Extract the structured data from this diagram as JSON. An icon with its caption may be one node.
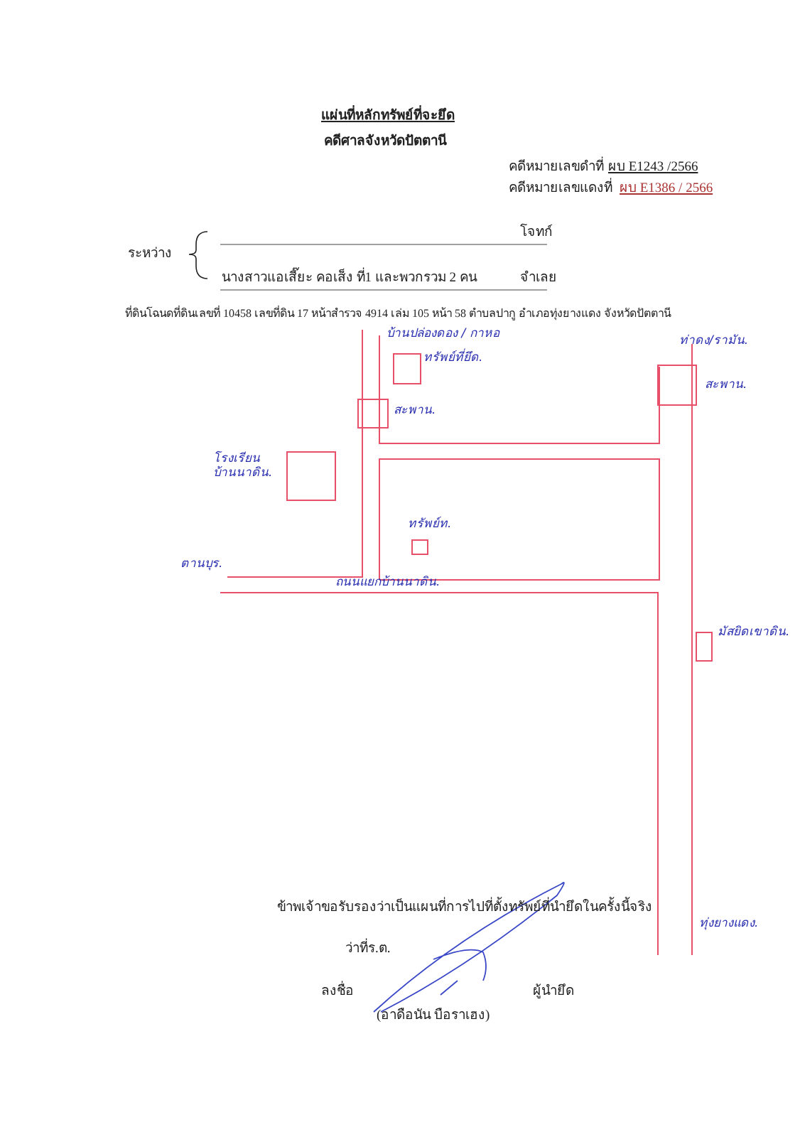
{
  "diagram": {
    "title": "แผ่นที่หลักทรัพย์ที่จะยึด",
    "labels": [
      "คดีศาลจังหวัดปัตตานี",
      "คดีหมายเลขดำที่",
      "ผบ E1243 /2566",
      "คดีหมายเลขแดงที่",
      "ผบ E1386 / 2566",
      "ระหว่าง",
      "โจทก์",
      "นางสาวแอเสี๊ยะ คอเส็ง ที่1 และพวกรวม 2 คน",
      "จำเลย",
      "ที่ดินโฉนดที่ดินเลขที่ 10458 เลขที่ดิน 17 หน้าสำรวจ 4914 เล่ม 105 หน้า 58 ตำบลปากู อำเภอทุ่งยางแดง จังหวัดปัตตานี",
      "บ้านปล่องดอง / กาหอ",
      "ทรัพย์ที่ยึด.",
      "ท่าดง/รามัน.",
      "สะพาน.",
      "สะพาน.",
      "โรงเรียนบ้านนาดิน.",
      "ทรัพย์ท.",
      "ตานบุร.",
      "ถนนแยกบ้านนาดิน.",
      "มัสยิดเขาดิน.",
      "ทุ่งยางแดง.",
      "ข้าพเจ้าขอรับรองว่าเป็นแผนที่การไปที่ตั้งทรัพย์ที่นำยึดในครั้งนี้จริง",
      "ว่าที่ร.ต.",
      "ลงชื่อ",
      "ผู้นำยึด",
      "(อาดือนัน บือราเฮง)"
    ]
  }
}
